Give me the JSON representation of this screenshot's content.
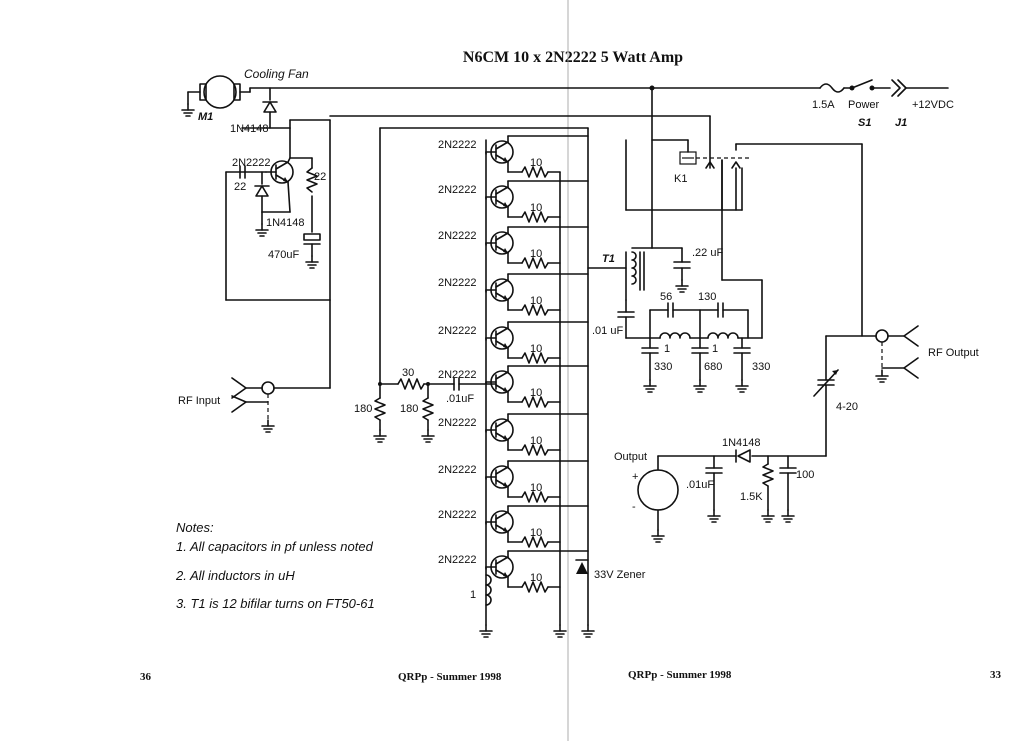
{
  "title": "N6CM 10 x 2N2222 5 Watt Amp",
  "transistor_label": "2N2222",
  "emitter_resistor": "10",
  "fan": {
    "label": "Cooling Fan",
    "ref": "M1"
  },
  "fan_circuit": {
    "diode_top": "1N4148",
    "transistor": "2N2222",
    "cap": "22",
    "resistor": "22",
    "diode_bottom": "1N4148",
    "electrolytic": "470uF"
  },
  "power": {
    "fuse": "1.5A",
    "switch": "Power",
    "switch_ref": "S1",
    "jack_ref": "J1",
    "voltage": "+12VDC"
  },
  "relay": "K1",
  "input_network": {
    "series_r": "30",
    "shunt_r1": "180",
    "shunt_r2": "180",
    "coupling_cap": ".01uF"
  },
  "rf_input": "RF Input",
  "rf_output": "RF Output",
  "transformer": {
    "ref": "T1",
    "bypass_cap": ".22 uF",
    "coupling_cap": ".01 uF"
  },
  "filter": {
    "c_series1": "56",
    "c_series2": "130",
    "l1": "1",
    "l2": "1",
    "c_shunt1": "330",
    "c_shunt2": "680",
    "c_shunt3": "330"
  },
  "detector": {
    "trimmer": "4-20",
    "diode": "1N4148",
    "cap1": ".01uF",
    "resistor": "1.5K",
    "cap2": "100",
    "meter_label": "Output",
    "plus": "+",
    "minus": "-"
  },
  "zener": "33V Zener",
  "base_inductor": "1",
  "notes": {
    "heading": "Notes:",
    "items": [
      "1. All capacitors in pf unless noted",
      "2. All inductors in uH",
      "3. T1 is 12 bifilar turns on FT50-61"
    ]
  },
  "footer": {
    "left_page": "36",
    "left_pub": "QRPp - Summer 1998",
    "right_pub": "QRPp - Summer 1998",
    "right_page": "33"
  }
}
